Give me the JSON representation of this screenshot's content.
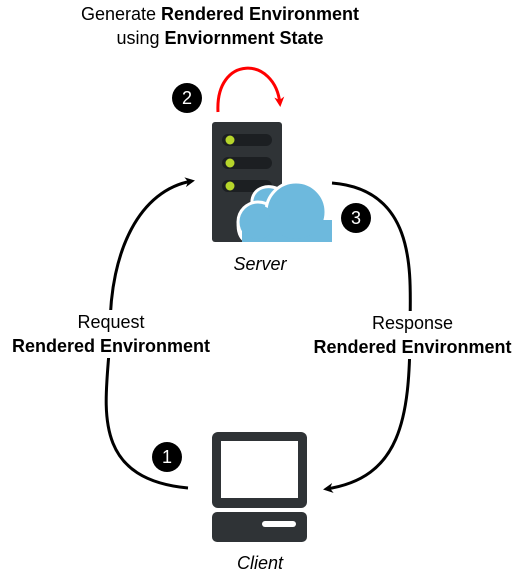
{
  "title": {
    "line1_prefix": "Generate",
    "line1_bold": "Rendered Environment",
    "line2_prefix": "using",
    "line2_bold": "Enviornment State"
  },
  "nodes": {
    "server_label": "Server",
    "client_label": "Client"
  },
  "edges": {
    "request_line1": "Request",
    "request_line2": "Rendered Environment",
    "response_line1": "Response",
    "response_line2": "Rendered Environment"
  },
  "steps": [
    "1",
    "2",
    "3"
  ],
  "colors": {
    "arrow": "#000000",
    "self_loop": "#ff0000",
    "server_body": "#2f3336",
    "server_slot": "#1c1f22",
    "server_led": "#b6d52b",
    "cloud": "#6db9dd",
    "monitor": "#2f3336",
    "badge": "#000000"
  }
}
